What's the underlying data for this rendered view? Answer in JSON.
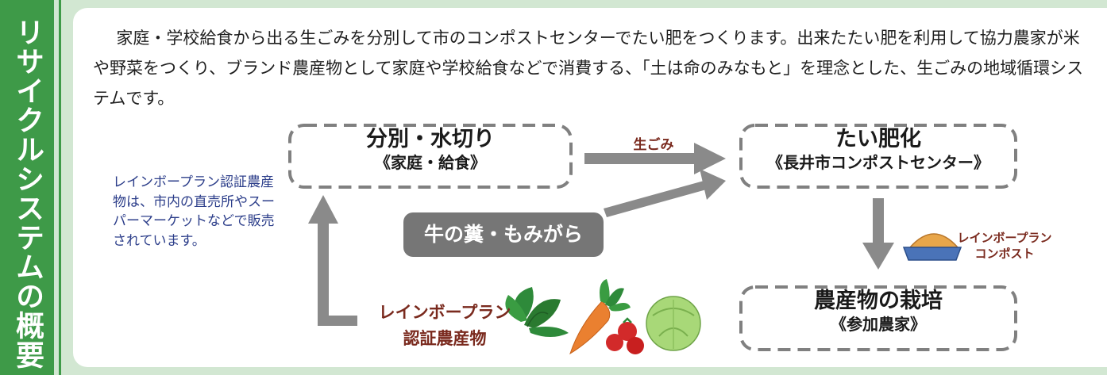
{
  "sidebar": {
    "title": "リサイクルシステムの概要"
  },
  "intro": {
    "text": "家庭・学校給食から出る生ごみを分別して市のコンポストセンターでたい肥をつくります。出来たたい肥を利用して協力農家が米や野菜をつくり、ブランド農産物として家庭や学校給食などで消費する、「土は命のみなもと」を理念とした、生ごみの地域循環システムです。"
  },
  "note": {
    "text": "レインボープラン認証農産物は、市内の直売所やスーパーマーケットなどで販売されています。"
  },
  "boxes": {
    "sorting": {
      "title": "分別・水切り",
      "subtitle": "《家庭・給食》"
    },
    "compost": {
      "title": "たい肥化",
      "subtitle": "《長井市コンポストセンター》"
    },
    "farming": {
      "title": "農産物の栽培",
      "subtitle": "《参加農家》"
    }
  },
  "arrows": {
    "food_waste": "生ごみ",
    "manure": "牛の糞・もみがら",
    "compost_label_line1": "レインボープラン",
    "compost_label_line2": "コンポスト",
    "produce_label_line1": "レインボープラン",
    "produce_label_line2": "認証農産物"
  },
  "colors": {
    "sidebar": "#3e9a48",
    "background": "#d2e7d2",
    "arrow": "#8a8a8a",
    "dashed_border": "#808080",
    "accent_label": "#7a2a1e",
    "note_text": "#2c3e8a"
  },
  "icons": [
    "compost-tray-icon",
    "spinach-icon",
    "carrot-icon",
    "tomato-icon",
    "cabbage-icon"
  ]
}
